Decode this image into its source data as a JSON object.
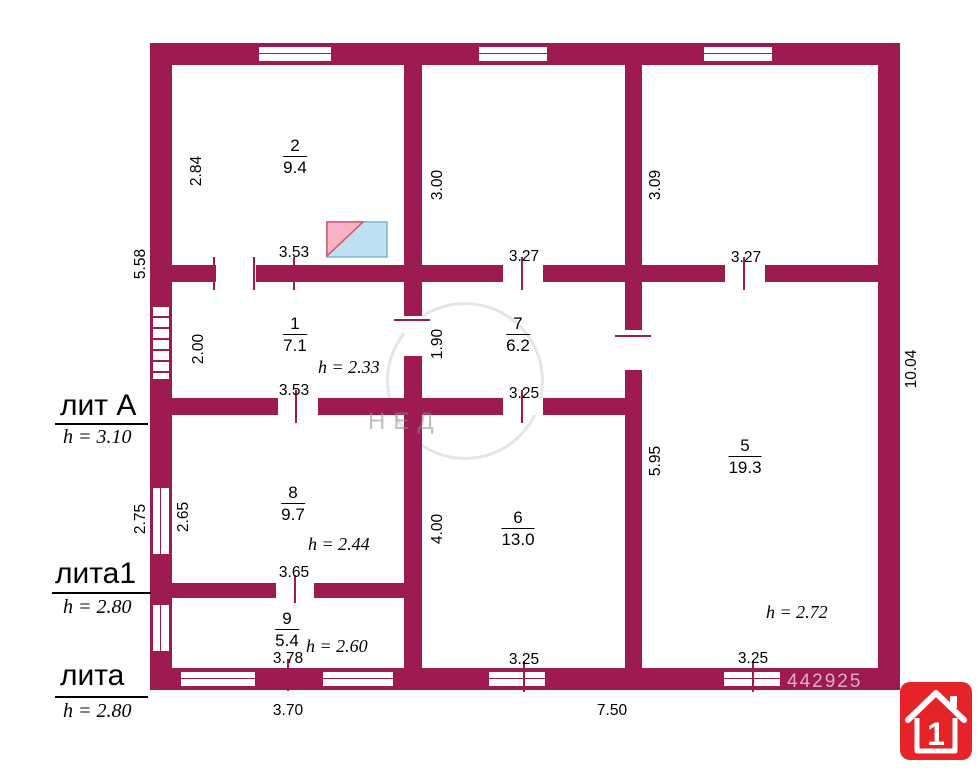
{
  "colors": {
    "wall": "#9d1b50",
    "logo_red": "#e62329",
    "furnace_blue": "#bde0f3",
    "furnace_pink": "#f6b3c5"
  },
  "litera": {
    "a": {
      "name": "лит А",
      "h": "h = 3.10"
    },
    "a1": {
      "name": "лита1",
      "h": "h = 2.80"
    },
    "a0": {
      "name": "лита",
      "h": "h = 2.80"
    }
  },
  "rooms": {
    "r1": {
      "number": "1",
      "area": "7.1",
      "h": "h = 2.33"
    },
    "r2": {
      "number": "2",
      "area": "9.4"
    },
    "r5": {
      "number": "5",
      "area": "19.3",
      "h": "h = 2.72"
    },
    "r6": {
      "number": "6",
      "area": "13.0"
    },
    "r7": {
      "number": "7",
      "area": "6.2"
    },
    "r8": {
      "number": "8",
      "area": "9.7",
      "h": "h = 2.44"
    },
    "r9": {
      "number": "9",
      "area": "5.4",
      "h": "h = 2.60"
    }
  },
  "dims": {
    "room2_depth": "2.84",
    "left_outer_top": "5.58",
    "hall_top_depth": "3.00",
    "right_top_depth": "3.09",
    "right_outer": "10.04",
    "room2_width": "3.53",
    "hall_top_width": "3.27",
    "right_top_width": "3.27",
    "room1_depth": "2.00",
    "room1_width": "3.53",
    "room7_depth": "1.90",
    "room7_width": "3.25",
    "room5_depth": "5.95",
    "room5_width": "3.25",
    "left_outer_mid": "2.75",
    "room8_depth": "2.65",
    "room8_width": "3.65",
    "room6_depth": "4.00",
    "room6_width": "3.25",
    "room9_width": "3.78",
    "bottom_outer_left": "3.70",
    "bottom_outer_right": "7.50"
  },
  "watermark": {
    "text": "НЕД",
    "number": "442925"
  },
  "logo": {
    "digit": "1"
  }
}
